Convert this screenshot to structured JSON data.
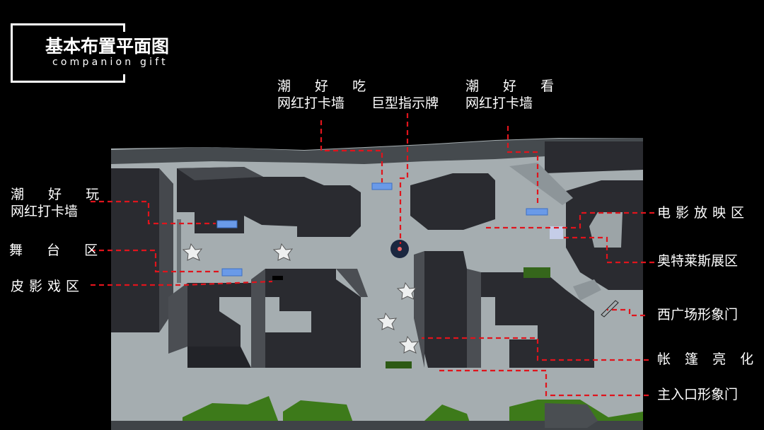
{
  "header": {
    "title": "基本布置平面图",
    "subtitle": "companion gift"
  },
  "labels": {
    "top_left": {
      "line1": "潮 好 吃",
      "line2": "网红打卡墙"
    },
    "top_center": {
      "line1": "巨型指示牌"
    },
    "top_right": {
      "line1": "潮 好 看",
      "line2": "网红打卡墙"
    },
    "left_1": {
      "line1": "潮 好 玩",
      "line2": "网红打卡墙"
    },
    "left_2": {
      "line1": "舞 台 区"
    },
    "left_3": {
      "line1": "皮影戏区"
    },
    "right_1": {
      "line1": "电影放映区"
    },
    "right_2": {
      "line1": "奥特莱斯展区"
    },
    "right_3": {
      "line1": "西广场形象门"
    },
    "right_4": {
      "line1": "帐 篷 亮 化"
    },
    "right_5": {
      "line1": "主入口形象门"
    }
  },
  "colors": {
    "background": "#000000",
    "leader_line": "#e0141c",
    "plaza": "#a7afb2",
    "building_top": "#2a2b30",
    "building_side": "#4a4d52",
    "road": "#3e4246",
    "wall_panel": "#6a9ae8",
    "grass": "#3f7a1c",
    "sign_disc": "#1b2740"
  }
}
